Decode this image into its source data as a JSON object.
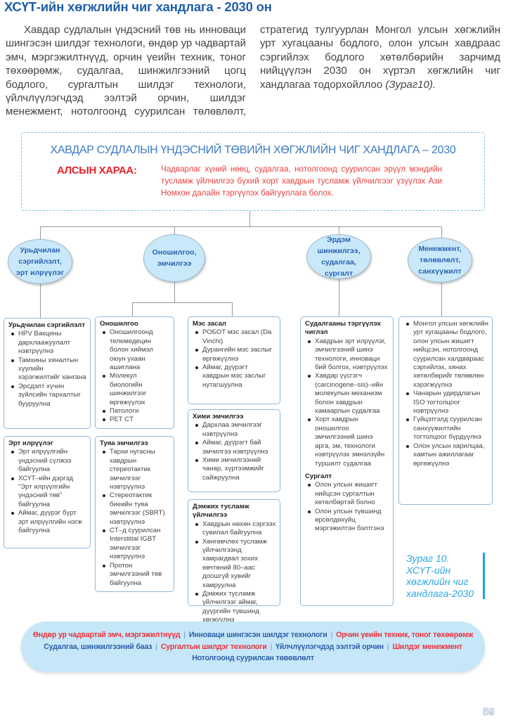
{
  "title": "ХСҮТ-ийн хөгжлийн чиг хандлага - 2030 он",
  "paragraph": {
    "text": "Хавдар судлалын үндэсний төв нь инноваци шингэсэн шилдэг технологи, өндөр ур чадвартай эмч, мэргэжилтнүүд, орчин үеийн техник, тоног төхөөрөмж, судалгаа, шинжилгээний цогц бодлого, сургалтын шилдэг технологи, үйлчлүүлэгчдэд ээлтэй орчин, шилдэг менежмент, нотолгоонд суурилсан төлөвлөлт, стратегид тулгуурлан Монгол улсын хөгжлийн урт хугацааны бодлого, олон улсын хавдраас сэргийлэх бодлого хөтөлбөрийн зарчимд нийцүүлэн 2030 он хүртэл хөгжлийн чиг хандлагаа тодорхойллоо ",
    "figure_ref": "(Зураг10)."
  },
  "diagram": {
    "title": "ХАВДАР СУДЛАЛЫН ҮНДЭСНИЙ ТӨВИЙН ХӨГЖЛИЙН ЧИГ ХАНДЛАГА – 2030",
    "vision_label": "АЛСЫН ХАРАА:",
    "vision_text": "Чадварлаг хүний нөөц, судалгаа, нотолгоонд суурилсан эрүүл мэндийн тусламж үйлчилгээ бүхий хорт хавдрын тусламж үйлчилгээг үзүүлэх Ази Номхон далайн тэргүүлэх байгууллага болох.",
    "pillars": [
      "Урьдчилан сэргийлэлт, эрт илрүүлэг",
      "Оношилгоо, эмчилгээ",
      "Эрдэм шинжилгээ, судалгаа, сургалт",
      "Менежмент, төлөвлөлт, санхүүжилт"
    ],
    "boxes": [
      {
        "sections": [
          {
            "heading": "Урьдчилан сэргийлэлт",
            "items": [
              "HPV Вакцины дархлаажуулалт нэвтрүүлнэ",
              "Тамхины хяналтын хуулийн хэрэгжилтийг хангана",
              "Эрсдэлт хүчин зүйлсийн тархалтыг бууруулна"
            ]
          }
        ]
      },
      {
        "sections": [
          {
            "heading": "Эрт илрүүлэг",
            "items": [
              "Эрт илрүүлгийн үндэсний сүлжээ байгуулна",
              "ХСҮТ–ийн дэргэд “Эрт илрүүлгийн үндэсний төв” байгуулна",
              "Аймаг, дүүрэг бүрт эрт илрүүлгийн нэгж байгуулна"
            ]
          }
        ]
      },
      {
        "sections": [
          {
            "heading": "Оношилгоо",
            "items": [
              "Оношилгоонд телемедецин болон хиймэл оюун ухаан ашиглана",
              "Молекул биологийн шинжилгээг өргөжүүлэх",
              "Патологи",
              "PET CT"
            ]
          }
        ]
      },
      {
        "sections": [
          {
            "heading": "Туяа эмчилгээ",
            "items": [
              "Тархи нугасны хавдрын стереотактик эмчилгээг нэвтрүүлнэ",
              "Стереотактик биеийн туяа эмчилгээг (SBRT) нэвтрүүлнэ",
              "CT–д суурилсан Interstitial IGBT эмчилгээг нэвтрүүлнэ",
              "Протон эмчилгээний төв байгуулна"
            ]
          }
        ]
      },
      {
        "sections": [
          {
            "heading": "Мэс засал",
            "items": [
              "РОБОТ мэс засал (Da Vinchi)",
              "Дурангийн мэс заслыг өргөжүүлнэ",
              "Аймаг, дүүрэгт хавдрын мэс заслыг нутагшуулна"
            ]
          }
        ]
      },
      {
        "sections": [
          {
            "heading": "Хими эмчилгээ",
            "items": [
              "Дархлаа эмчилгээг нэвтрүүлнэ",
              "Аймаг, дүүрэгт бай эмчилгээ нэвтрүүлнэ",
              "Хими эмчилгээний чанар, хүртээмжийг сайжруулна"
            ]
          }
        ]
      },
      {
        "sections": [
          {
            "heading": "Дэмжих тусламж үйлчилгээ",
            "items": [
              "Хавдрын нөхөн сэргээх сувилал байгуулна",
              "Хөнгөвчлөх тусламж үйлчилгээнд хамрагдвал зохих өвчтөний 80–аас доошгүй хувийг хамруулна",
              "Дэмжих тусламж үйлчилгээг аймаг, дүүргийн түвшинд хөгжүүлнэ"
            ]
          }
        ]
      },
      {
        "sections": [
          {
            "heading": "Судалгааны тэргүүлэх чиглэл",
            "items": [
              "Хавдрын эрт илрүүлэг, эмчилгээний шинэ технологи, инноваци бий болгох, нэвтрүүлэх",
              "Хавдар үүсгэгч (carcinogene–sis)–ийн молекулын механизм болон хавдрын хамаарлын судалгаа",
              "Хорт хавдрын оношилгоо эмчилгээний шинэ арга, эм, технологи нэвтрүүлэх эмнэлзүйн туршилт судалгаа"
            ]
          },
          {
            "heading": "Сургалт",
            "items": [
              "Олон улсын жишигт нийцсэн сургалтын хөтөлбөртэй болно",
              "Олон улсын түвшинд өрсөлдөхүйц мэргэжилтэн бэлтгэнэ"
            ]
          }
        ]
      },
      {
        "sections": [
          {
            "heading": "",
            "items": [
              "Монгол улсын хөгжлийн урт хугацааны бодлого, олон улсын жишигт нийцсэн, нотолгоонд суурилсан халдвараас сэргийлэх, хянах хөтөлбөрийг төлөвлөн хэрэгжүүлнэ",
              "Чанарын удирдлагын ISO тогтолцоог нэвтрүүлнэ",
              "Гүйцэтгэлд суурилсан санхүүжилтийн тогтолцоог бүрдүүлнэ",
              "Олон улсын харилцаа, хамтын ажиллагааг өргөжүүлнэ"
            ]
          }
        ]
      }
    ],
    "values": [
      [
        {
          "text": "Өндөр ур чадвартай эмч, мэргэжилтнүүд",
          "color": "#e8323a"
        },
        {
          "text": "Инноваци шингэсэн шилдэг технологи",
          "color": "#2c5ea8"
        },
        {
          "text": "Орчин үеийн техник, тоног төхөөрөмж",
          "color": "#e8323a"
        }
      ],
      [
        {
          "text": "Судалгаа, шинжилгээний бааз",
          "color": "#2c5ea8"
        },
        {
          "text": "Сургалтын шилдэг технологи",
          "color": "#e8323a"
        },
        {
          "text": "Үйлчлүүлэгчдэд ээлтэй орчин",
          "color": "#2c5ea8"
        },
        {
          "text": "Шилдэг менежмент",
          "color": "#e8323a"
        }
      ],
      [
        {
          "text": "Нотолгоонд суурилсан төвөвлөлт",
          "color": "#2c5ea8"
        }
      ]
    ],
    "separator": "|"
  },
  "caption": {
    "line1": "Зураг 10.",
    "line2": "ХСҮТ-ийн",
    "line3": "хөгжлийн чиг",
    "line4": "хандлага-2030"
  },
  "page_number": "59"
}
